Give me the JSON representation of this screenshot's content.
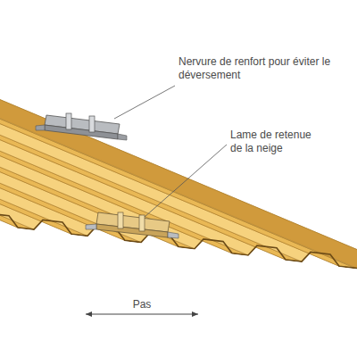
{
  "diagram": {
    "labels": [
      "Nervure de renfort pour éviter le déversement",
      "Lame de retenue de la neige",
      "Pas"
    ]
  }
}
